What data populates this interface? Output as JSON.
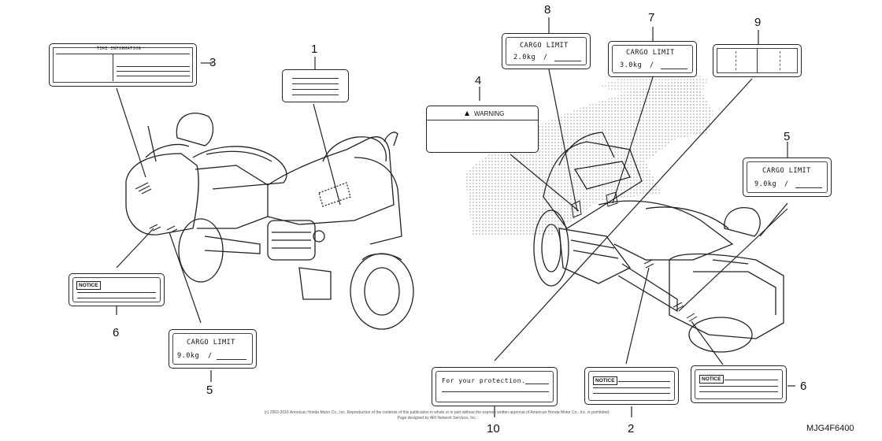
{
  "labels": {
    "cargo_title": "CARGO LIMIT",
    "cargo_8_value": "2.0kg",
    "cargo_7_value": "3.0kg",
    "cargo_5_value": "9.0kg",
    "warning_text": "WARNING",
    "notice_text": "NOTICE",
    "protection_text": "For your protection.",
    "tire_info_title": "TIRE INFORMATION",
    "slash": "/"
  },
  "callouts": [
    "1",
    "2",
    "3",
    "4",
    "5",
    "6",
    "7",
    "8",
    "9",
    "10"
  ],
  "footer": {
    "copyright": "(c) 2003-2016 American Honda Motor Co., Inc. Reproduction of the contents of this publication in whole or in part without the express written approval of American Honda Motor Co., Inc. is prohibited.",
    "page_info": "Page designed by ARI Network Services, Inc.",
    "diagram_code": "MJG4F6400"
  },
  "colors": {
    "line": "#222222",
    "stipple": "#b8b8b8"
  }
}
